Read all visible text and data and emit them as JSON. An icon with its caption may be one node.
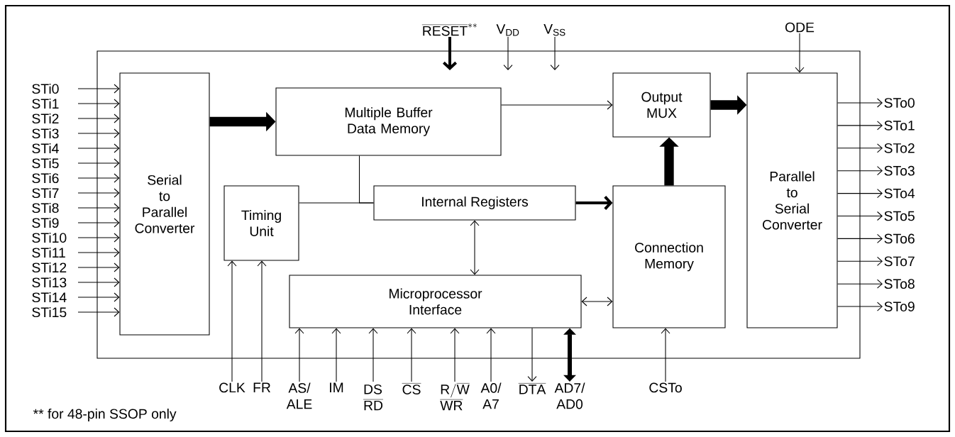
{
  "diagram": {
    "nodes": [
      {
        "text": [],
        "shape": "box"
      },
      {
        "text": [
          "Serial to Parallel Converter"
        ],
        "in": 0
      },
      {
        "text": [
          "Multiple Buffer Data Memory"
        ],
        "in": 0
      },
      {
        "text": [
          "Output MUX"
        ],
        "in": 0
      },
      {
        "text": [
          "Parallel to Serial Converter"
        ],
        "in": 0
      },
      {
        "text": [
          "Timing Unit"
        ],
        "in": 0
      },
      {
        "text": [
          "Internal Registers"
        ],
        "in": 0
      },
      {
        "text": [
          "Connection Memory"
        ],
        "in": 0
      },
      {
        "text": [
          "Microprocessor Interface"
        ],
        "in": 0
      },
      {
        "text": [
          "STi0"
        ]
      },
      {
        "text": [
          "STi1"
        ]
      },
      {
        "text": [
          "STi2"
        ]
      },
      {
        "text": [
          "STi3"
        ]
      },
      {
        "text": [
          "STi4"
        ]
      },
      {
        "text": [
          "STi5"
        ]
      },
      {
        "text": [
          "STi6"
        ]
      },
      {
        "text": [
          "STi7"
        ]
      },
      {
        "text": [
          "STi8"
        ]
      },
      {
        "text": [
          "STi9"
        ]
      },
      {
        "text": [
          "STi10"
        ]
      },
      {
        "text": [
          "STi11"
        ]
      },
      {
        "text": [
          "STi12"
        ]
      },
      {
        "text": [
          "STi13"
        ]
      },
      {
        "text": [
          "STi14"
        ]
      },
      {
        "text": [
          "STi15"
        ]
      },
      {
        "text": [
          "STo0"
        ]
      },
      {
        "text": [
          "STo1"
        ]
      },
      {
        "text": [
          "STo2"
        ]
      },
      {
        "text": [
          "STo3"
        ]
      },
      {
        "text": [
          "STo4"
        ]
      },
      {
        "text": [
          "STo5"
        ]
      },
      {
        "text": [
          "STo6"
        ]
      },
      {
        "text": [
          "STo7"
        ]
      },
      {
        "text": [
          "STo8"
        ]
      },
      {
        "text": [
          "STo9"
        ]
      },
      {
        "text": [
          "\\overline{\\mathrm{RESET}}^{\\mathrm{**}}"
        ]
      },
      {
        "text": [
          "V$_{DD}$"
        ]
      },
      {
        "text": [
          "V$_{SS}$"
        ]
      },
      {
        "text": [
          "ODE"
        ]
      },
      {
        "text": [
          "CLK"
        ]
      },
      {
        "text": [
          "FR"
        ]
      },
      {
        "text": [
          "AS/ ALE"
        ]
      },
      {
        "text": [
          "IM"
        ]
      },
      {
        "text": [
          "\\begin{array}{@{}l@{}}\\mathrm{DS}\\\\\\overline{\\mathrm{RD}}\\end{array}"
        ]
      },
      {
        "text": [
          "\\overline{\\mathrm{CS}}"
        ]
      },
      {
        "text": [
          "\\begin{array}{@{}l@{}}\\mathrm{R/}\\overline{\\mathrm{W}}\\\\\\overline{\\mathrm{WR}}\\end{array}"
        ]
      },
      {
        "text": [
          "A0/ A7"
        ]
      },
      {
        "text": [
          "\\overline{\\mathrm{DTA}}"
        ]
      },
      {
        "text": [
          "AD7/ AD0"
        ]
      },
      {
        "text": [
          "CSTo"
        ]
      }
    ],
    "edges": [
      {
        "from": 9,
        "to": 1,
        "arrow": "to"
      },
      {
        "from": 10,
        "to": 1,
        "arrow": "to"
      },
      {
        "from": 11,
        "to": 1,
        "arrow": "to"
      },
      {
        "from": 12,
        "to": 1,
        "arrow": "to"
      },
      {
        "from": 13,
        "to": 1,
        "arrow": "to"
      },
      {
        "from": 14,
        "to": 1,
        "arrow": "to"
      },
      {
        "from": 15,
        "to": 1,
        "arrow": "to"
      },
      {
        "from": 16,
        "to": 1,
        "arrow": "to"
      },
      {
        "from": 17,
        "to": 1,
        "arrow": "to"
      },
      {
        "from": 18,
        "to": 1,
        "arrow": "to"
      },
      {
        "from": 19,
        "to": 1,
        "arrow": "to"
      },
      {
        "from": 20,
        "to": 1,
        "arrow": "to"
      },
      {
        "from": 21,
        "to": 1,
        "arrow": "to"
      },
      {
        "from": 22,
        "to": 1,
        "arrow": "to"
      },
      {
        "from": 23,
        "to": 1,
        "arrow": "to"
      },
      {
        "from": 24,
        "to": 1,
        "arrow": "to"
      },
      {
        "from": 1,
        "to": 2,
        "arrow": "to",
        "style": "thick"
      },
      {
        "from": 2,
        "to": 3,
        "arrow": "to"
      },
      {
        "from": 3,
        "to": 4,
        "arrow": "to",
        "style": "thick"
      },
      {
        "from": 7,
        "to": 3,
        "arrow": "to",
        "style": "thick"
      },
      {
        "from": 6,
        "to": 7,
        "arrow": "to",
        "style": "thick"
      },
      {
        "from": 2,
        "to": 6,
        "arrow": "none"
      },
      {
        "from": 5,
        "to": 6,
        "arrow": "none"
      },
      {
        "from": 6,
        "to": 8,
        "arrow": "both"
      },
      {
        "from": 8,
        "to": 7,
        "arrow": "both"
      },
      {
        "from": 4,
        "to": 25,
        "arrow": "to"
      },
      {
        "from": 4,
        "to": 26,
        "arrow": "to"
      },
      {
        "from": 4,
        "to": 27,
        "arrow": "to"
      },
      {
        "from": 4,
        "to": 28,
        "arrow": "to"
      },
      {
        "from": 4,
        "to": 29,
        "arrow": "to"
      },
      {
        "from": 4,
        "to": 30,
        "arrow": "to"
      },
      {
        "from": 4,
        "to": 31,
        "arrow": "to"
      },
      {
        "from": 4,
        "to": 32,
        "arrow": "to"
      },
      {
        "from": 4,
        "to": 33,
        "arrow": "to"
      },
      {
        "from": 4,
        "to": 34,
        "arrow": "to"
      },
      {
        "from": 35,
        "to": null,
        "arrow": "to",
        "style": "thick"
      },
      {
        "from": 36,
        "to": null,
        "arrow": "to"
      },
      {
        "from": 37,
        "to": null,
        "arrow": "to"
      },
      {
        "from": 38,
        "to": 4,
        "arrow": "to"
      },
      {
        "from": 39,
        "to": 5,
        "arrow": "to"
      },
      {
        "from": 40,
        "to": 5,
        "arrow": "to"
      },
      {
        "from": 41,
        "to": 8,
        "arrow": "to"
      },
      {
        "from": 42,
        "to": 8,
        "arrow": "to"
      },
      {
        "from": 43,
        "to": 8,
        "arrow": "to"
      },
      {
        "from": 44,
        "to": 8,
        "arrow": "to"
      },
      {
        "from": 45,
        "to": 8,
        "arrow": "to"
      },
      {
        "from": 46,
        "to": 8,
        "arrow": "to"
      },
      {
        "from": 8,
        "to": 47,
        "arrow": "to"
      },
      {
        "from": 48,
        "to": 8,
        "arrow": "both",
        "style": "thick"
      },
      {
        "from": 49,
        "to": 7,
        "arrow": "to"
      }
    ],
    "labels": [
      "** for 48-pin SSOP only"
    ]
  }
}
